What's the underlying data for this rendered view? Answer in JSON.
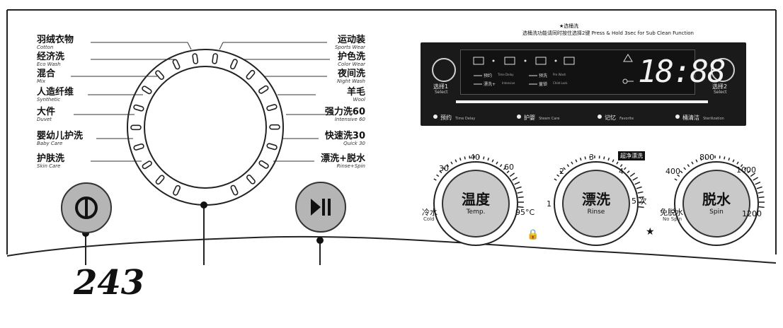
{
  "callout_number": "243",
  "programs_left": [
    {
      "zh": "羽绒衣物",
      "en": "Cotton"
    },
    {
      "zh": "经济洗",
      "en": "Eco Wash"
    },
    {
      "zh": "混合",
      "en": "Mix"
    },
    {
      "zh": "人造纤维",
      "en": "Synthetic"
    },
    {
      "zh": "大件",
      "en": "Duvet"
    },
    {
      "zh": "婴幼儿护洗",
      "en": "Baby Care"
    },
    {
      "zh": "护肤洗",
      "en": "Skin Care"
    }
  ],
  "programs_right": [
    {
      "zh": "运动装",
      "en": "Sports Wear"
    },
    {
      "zh": "护色洗",
      "en": "Color Wear"
    },
    {
      "zh": "夜间洗",
      "en": "Night Wash"
    },
    {
      "zh": "羊毛",
      "en": "Wool"
    },
    {
      "zh": "强力洗60",
      "en": "Intensive 60"
    },
    {
      "zh": "快速洗30",
      "en": "Quick 30"
    },
    {
      "zh": "漂洗+脱水",
      "en": "Rinse+Spin"
    }
  ],
  "display": {
    "note_title": "★选桶洗",
    "note_text": "选桶洗功能请同时按住选择2键 Press & Hold 3sec for Sub Clean Function",
    "time": "18:88",
    "select1_zh": "选择1",
    "select1_en": "Select",
    "select2_zh": "选择2",
    "select2_en": "Select",
    "options": [
      {
        "zh": "预约",
        "en": "Time Delay"
      },
      {
        "zh": "护婴",
        "en": "Steam Care"
      },
      {
        "zh": "记忆",
        "en": "Favorite"
      },
      {
        "zh": "桶清洁",
        "en": "Sterilization"
      }
    ],
    "indicators": [
      {
        "zh": "预约",
        "en": "Time Delay"
      },
      {
        "zh": "预洗",
        "en": "Pre Wash"
      },
      {
        "zh": "漂洗+",
        "en": "Intensive"
      },
      {
        "zh": "童锁",
        "en": "Child Lock"
      }
    ]
  },
  "knobs": [
    {
      "zh": "温度",
      "en": "Temp.",
      "values": [
        "冷水",
        "30",
        "40",
        "60",
        "95°C"
      ],
      "cold_en": "Cold",
      "symbol": "🔒"
    },
    {
      "zh": "漂洗",
      "en": "Rinse",
      "values": [
        "1",
        "2",
        "3",
        "4",
        "5 次"
      ],
      "badge": "超净漂洗",
      "symbol": "★"
    },
    {
      "zh": "脱水",
      "en": "Spin",
      "values": [
        "免脱水",
        "400",
        "800",
        "1000",
        "1200"
      ],
      "nospin_en": "No Spin"
    }
  ],
  "colors": {
    "panel": "#1a1a1a",
    "knob": "#c9c9c9",
    "button": "#b5b5b5",
    "ink": "#111111"
  }
}
